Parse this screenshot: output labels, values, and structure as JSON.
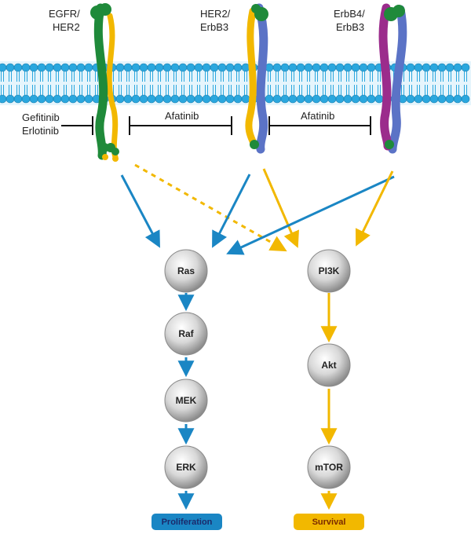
{
  "receptors": [
    {
      "line1": "EGFR/",
      "line2": "HER2",
      "colors": [
        "#1f8a3a",
        "#f2b800"
      ]
    },
    {
      "line1": "HER2/",
      "line2": "ErbB3",
      "colors": [
        "#f2b800",
        "#5b73c6"
      ]
    },
    {
      "line1": "ErbB4/",
      "line2": "ErbB3",
      "colors": [
        "#9b2c8c",
        "#5b73c6"
      ]
    }
  ],
  "inhibitors": [
    {
      "line1": "Gefitinib",
      "line2": "Erlotinib"
    },
    {
      "label": "Afatinib"
    },
    {
      "label": "Afatinib"
    }
  ],
  "pathways": {
    "left": [
      "Ras",
      "Raf",
      "MEK",
      "ERK"
    ],
    "right": [
      "PI3K",
      "Akt",
      "mTOR"
    ]
  },
  "outcomes": {
    "left": "Proliferation",
    "right": "Survival"
  },
  "colors": {
    "blue_path": "#1a86c4",
    "yellow_path": "#f2b800",
    "membrane": "#2aa7de",
    "proliferation_bg": "#1a86c4",
    "proliferation_text": "#1b2a6b",
    "survival_bg": "#f2b800",
    "survival_text": "#7a2a00"
  }
}
